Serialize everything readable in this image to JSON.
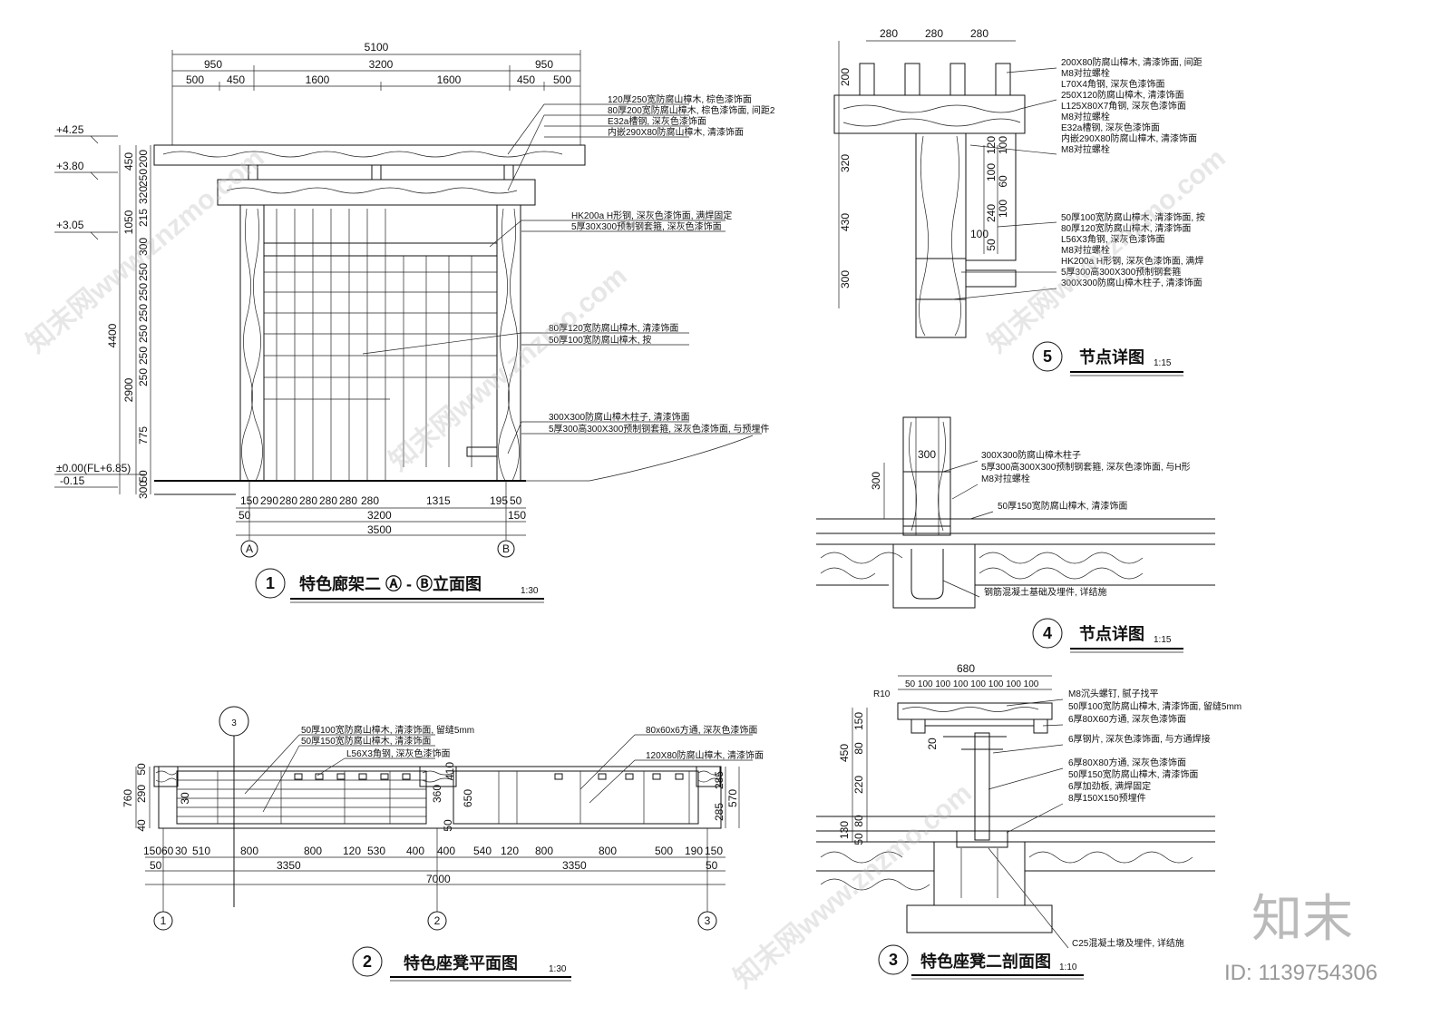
{
  "drawings": {
    "d1": {
      "number": "1",
      "title": "特色廊架二 Ⓐ - Ⓑ立面图",
      "scale": "1:30",
      "top_dims": [
        "5100",
        "950",
        "3200",
        "950",
        "500",
        "450",
        "1600",
        "1600",
        "450",
        "500"
      ],
      "bottom_dims_row1": [
        "150",
        "290",
        "280",
        "280",
        "280",
        "280",
        "280",
        "1315",
        "195",
        "50"
      ],
      "bottom_dims_row2": [
        "50",
        "3200",
        "150"
      ],
      "bottom_dims_total": "3500",
      "elevations": [
        "+4.25",
        "+3.80",
        "+3.05",
        "±0.00(FL+6.85)",
        "-0.15"
      ],
      "left_dims": [
        "4400",
        "2900",
        "1050",
        "775",
        "450",
        "200",
        "250",
        "320",
        "215",
        "300",
        "250",
        "250",
        "250",
        "250",
        "250",
        "250",
        "50",
        "300"
      ],
      "axes": [
        "A",
        "B"
      ],
      "notes": [
        "120厚250宽防腐山樟木, 棕色漆饰面",
        "80厚200宽防腐山樟木, 棕色漆饰面, 间距2",
        "E32a槽钢, 深灰色漆饰面",
        "内嵌290X80防腐山樟木, 清漆饰面",
        "HK200a H形钢, 深灰色漆饰面, 满焊固定",
        "5厚30X300预制钢套箍, 深灰色漆饰面",
        "80厚120宽防腐山樟木, 清漆饰面",
        "50厚100宽防腐山樟木, 按",
        "300X300防腐山樟木柱子, 清漆饰面",
        "5厚300高300X300预制钢套箍, 深灰色漆饰面, 与预埋件"
      ]
    },
    "d2": {
      "number": "2",
      "title": "特色座凳平面图",
      "scale": "1:30",
      "section_mark": "3",
      "dims_row1": [
        "150",
        "60",
        "30",
        "510",
        "800",
        "800",
        "120",
        "530",
        "400",
        "400",
        "540",
        "120",
        "800",
        "800",
        "500",
        "190",
        "150"
      ],
      "dims_row2": [
        "50",
        "3350",
        "3350",
        "50"
      ],
      "dims_total": "7000",
      "side_dims": [
        "760",
        "40",
        "290",
        "50",
        "285",
        "285",
        "570",
        "360",
        "650",
        "50",
        "30",
        "410"
      ],
      "axes": [
        "1",
        "2",
        "3"
      ],
      "notes": [
        "50厚100宽防腐山樟木, 清漆饰面, 留缝5mm",
        "50厚150宽防腐山樟木, 清漆饰面",
        "L56X3角钢, 深灰色漆饰面",
        "80x60x6方通, 深灰色漆饰面",
        "120X80防腐山樟木, 清漆饰面"
      ]
    },
    "d3": {
      "number": "3",
      "title": "特色座凳二剖面图",
      "scale": "1:10",
      "top_dim": "680",
      "top_sub_dims": "50 100 100 100 100 100 100 100",
      "radius": "R10",
      "side_dims": [
        "450",
        "150",
        "80",
        "220",
        "20",
        "130",
        "80",
        "50"
      ],
      "notes": [
        "M8沉头螺钉, 腻子找平",
        "50厚100宽防腐山樟木, 清漆饰面, 留缝5mm",
        "6厚80X60方通, 深灰色漆饰面",
        "6厚钢片, 深灰色漆饰面, 与方通焊接",
        "6厚80X80方通, 深灰色漆饰面",
        "50厚150宽防腐山樟木, 清漆饰面",
        "6厚加劲板, 满焊固定",
        "8厚150X150预埋件",
        "C25混凝土墩及埋件, 详结施"
      ]
    },
    "d4": {
      "number": "4",
      "title": "节点详图",
      "scale": "1:15",
      "dims": [
        "300",
        "300"
      ],
      "notes": [
        "300X300防腐山樟木柱子",
        "5厚300高300X300预制钢套箍, 深灰色漆饰面, 与H形",
        "M8对拉螺栓",
        "50厚150宽防腐山樟木, 清漆饰面",
        "钢筋混凝土基础及埋件, 详结施"
      ]
    },
    "d5": {
      "number": "5",
      "title": "节点详图",
      "scale": "1:15",
      "top_dims": [
        "280",
        "280",
        "280"
      ],
      "side_dims": [
        "200",
        "320",
        "430",
        "300",
        "120",
        "100",
        "240",
        "100",
        "50",
        "100",
        "60",
        "100"
      ],
      "notes": [
        "200X80防腐山樟木, 清漆饰面, 间距",
        "M8对拉螺栓",
        "L70X4角钢, 深灰色漆饰面",
        "250X120防腐山樟木, 清漆饰面",
        "L125X80X7角钢, 深灰色漆饰面",
        "M8对拉螺栓",
        "E32a槽钢, 深灰色漆饰面",
        "内嵌290X80防腐山樟木, 清漆饰面",
        "M8对拉螺栓",
        "50厚100宽防腐山樟木, 清漆饰面, 按",
        "80厚120宽防腐山樟木, 清漆饰面",
        "L56X3角钢, 深灰色漆饰面",
        "M8对拉螺栓",
        "HK200a H形钢, 深灰色漆饰面, 满焊",
        "5厚300高300X300预制钢套箍",
        "300X300防腐山樟木柱子, 清漆饰面"
      ]
    }
  },
  "watermark": {
    "logo_text": "知末",
    "id_text": "ID: 1139754306",
    "repeat_text": "知末网www.znzmo.com"
  }
}
